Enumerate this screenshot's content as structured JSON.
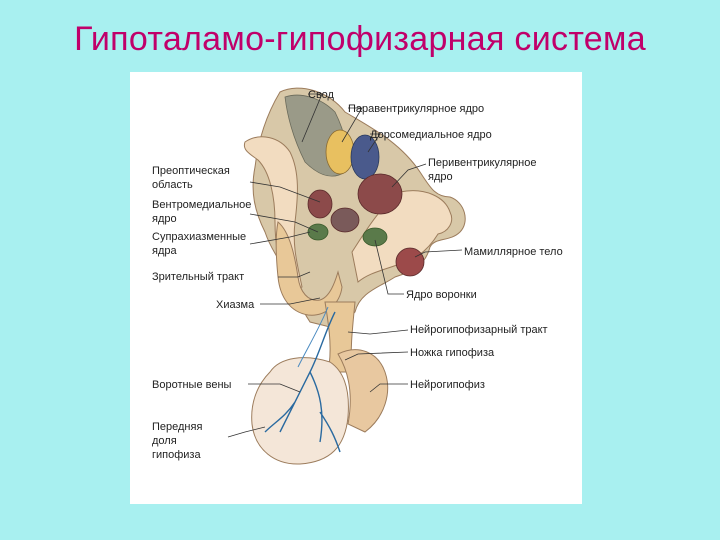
{
  "slide": {
    "title": "Гипоталамо-гипофизарная система"
  },
  "labels_right": [
    "Свод",
    "Паравентрикулярное ядро",
    "Дорсомедиальное ядро",
    "Перивентрикулярное",
    "ядро",
    "Мамиллярное тело",
    "Ядро воронки",
    "Нейрогипофизарный тракт",
    "Ножка гипофиза",
    "Нейрогипофиз"
  ],
  "labels_left": [
    "Преоптическая",
    "область",
    "Вентромедиальное",
    "ядро",
    "Супрахиазменные",
    "ядра",
    "Зрительный тракт",
    "Хиазма",
    "Воротные вены",
    "Передняя",
    "доля",
    "гипофиза"
  ],
  "colors": {
    "background": "#a8f0f0",
    "title": "#c0006a",
    "panel": "#ffffff",
    "tissue_light": "#f2dcc0",
    "tissue_mid": "#d8b48c",
    "tissue_gray": "#8c8c80",
    "nucleus_brown": "#8c4a4a",
    "nucleus_blue": "#4a5a8c",
    "nucleus_green": "#5a7a4a",
    "nucleus_yellow": "#e8c060",
    "vessel_blue": "#2a6aa0"
  }
}
